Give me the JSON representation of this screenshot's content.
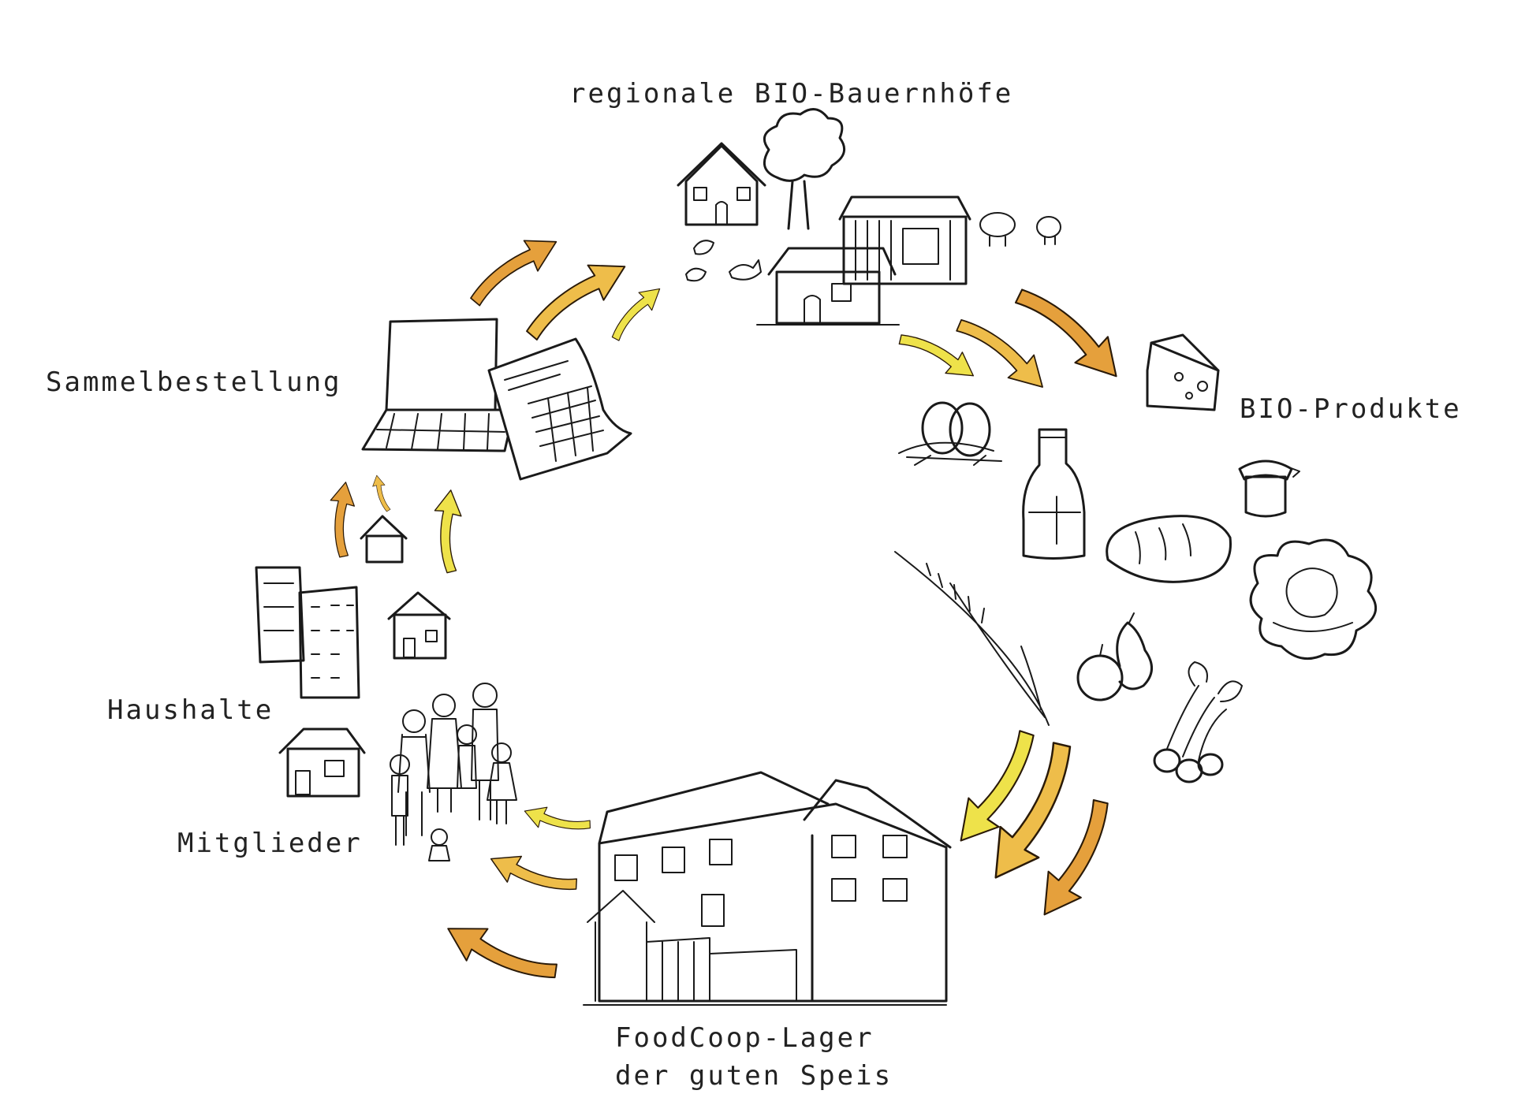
{
  "labels": {
    "farms": "regionale BIO-Bauernhöfe",
    "products": "BIO-Produkte",
    "warehouse_line1": "FoodCoop-Lager",
    "warehouse_line2": "der guten Speis",
    "members": "Mitglieder",
    "households": "Haushalte",
    "order": "Sammelbestellung"
  },
  "colors": {
    "arrow_orange": "#e5a03c",
    "arrow_amber": "#eebd4a",
    "arrow_yellow": "#eee24a",
    "ink": "#1a1a1a"
  },
  "icons": [
    "farm-houses-icon",
    "tree-icon",
    "barn-icon",
    "sheep-icon",
    "chicken-icon",
    "cheese-icon",
    "jam-jar-icon",
    "eggs-icon",
    "milk-bottle-icon",
    "bread-icon",
    "cabbage-icon",
    "wheat-icon",
    "apple-pear-icon",
    "radish-icon",
    "warehouse-building-icon",
    "family-icon",
    "house-icon",
    "apartment-icon",
    "laptop-icon",
    "order-sheet-icon"
  ]
}
